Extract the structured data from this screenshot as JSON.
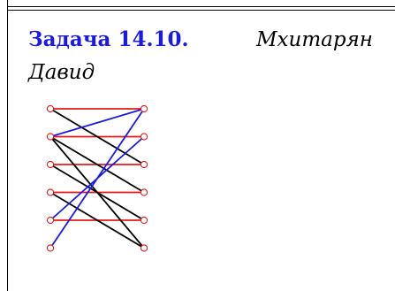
{
  "problem": {
    "label": "Задача 14.10.",
    "author_first": "Мхитарян",
    "author_second": "Давид"
  },
  "graph": {
    "left_vertices": 6,
    "right_vertices": 6,
    "colors": {
      "red": "#e61919",
      "black": "#000000",
      "blue": "#1919e6"
    },
    "edges": [
      {
        "from": 0,
        "to": 0,
        "color": "red"
      },
      {
        "from": 1,
        "to": 1,
        "color": "red"
      },
      {
        "from": 2,
        "to": 2,
        "color": "red"
      },
      {
        "from": 3,
        "to": 3,
        "color": "red"
      },
      {
        "from": 4,
        "to": 4,
        "color": "red"
      },
      {
        "from": 0,
        "to": 2,
        "color": "black"
      },
      {
        "from": 1,
        "to": 3,
        "color": "black"
      },
      {
        "from": 1,
        "to": 5,
        "color": "black"
      },
      {
        "from": 2,
        "to": 4,
        "color": "black"
      },
      {
        "from": 3,
        "to": 5,
        "color": "black"
      },
      {
        "from": 1,
        "to": 0,
        "color": "blue"
      },
      {
        "from": 4,
        "to": 1,
        "color": "blue"
      },
      {
        "from": 5,
        "to": 0,
        "color": "blue"
      }
    ]
  }
}
